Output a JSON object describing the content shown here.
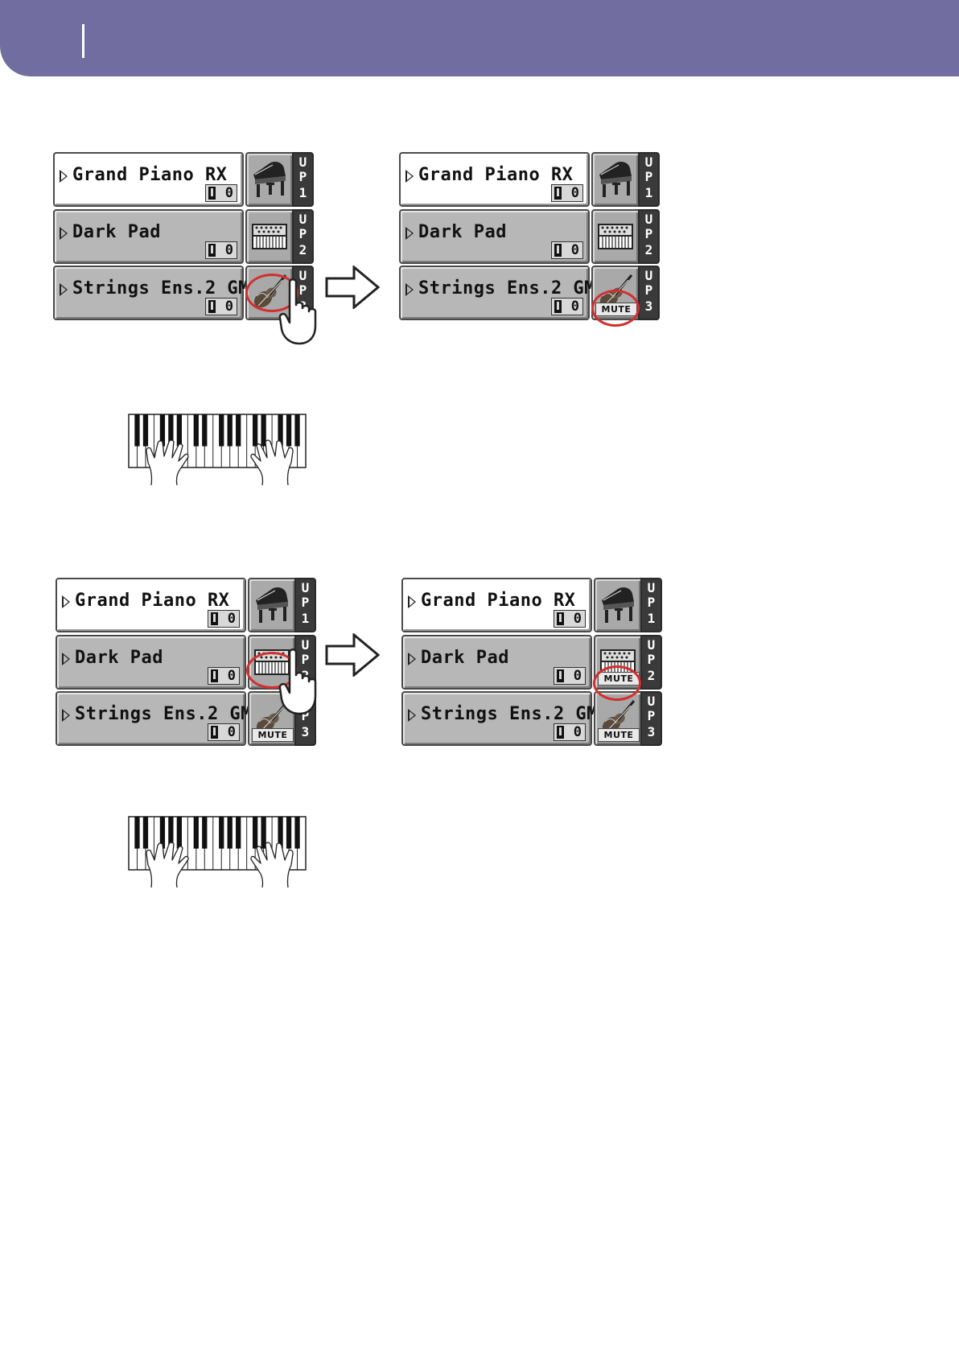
{
  "header": {},
  "sounds": [
    "Grand Piano RX",
    "Dark Pad",
    "Strings Ens.2 GM"
  ],
  "octave_values": [
    "0",
    "0",
    "0"
  ],
  "up_tab_letters": [
    "U",
    "P"
  ],
  "up_numbers": [
    "1",
    "2",
    "3"
  ],
  "mute_label": "MUTE",
  "colors": {
    "header": "#726da0",
    "highlight_circle": "#d32f2f"
  },
  "icons": [
    "grand-piano-icon",
    "synth-pad-icon",
    "violin-icon",
    "hand-pointer-icon",
    "right-arrow-icon",
    "keyboard-hands-icon"
  ],
  "panels": [
    {
      "id": "p1",
      "muted": [
        false,
        false,
        false
      ]
    },
    {
      "id": "p2",
      "muted": [
        false,
        false,
        true
      ]
    },
    {
      "id": "p3",
      "muted": [
        false,
        false,
        true
      ]
    },
    {
      "id": "p4",
      "muted": [
        false,
        true,
        true
      ]
    }
  ]
}
